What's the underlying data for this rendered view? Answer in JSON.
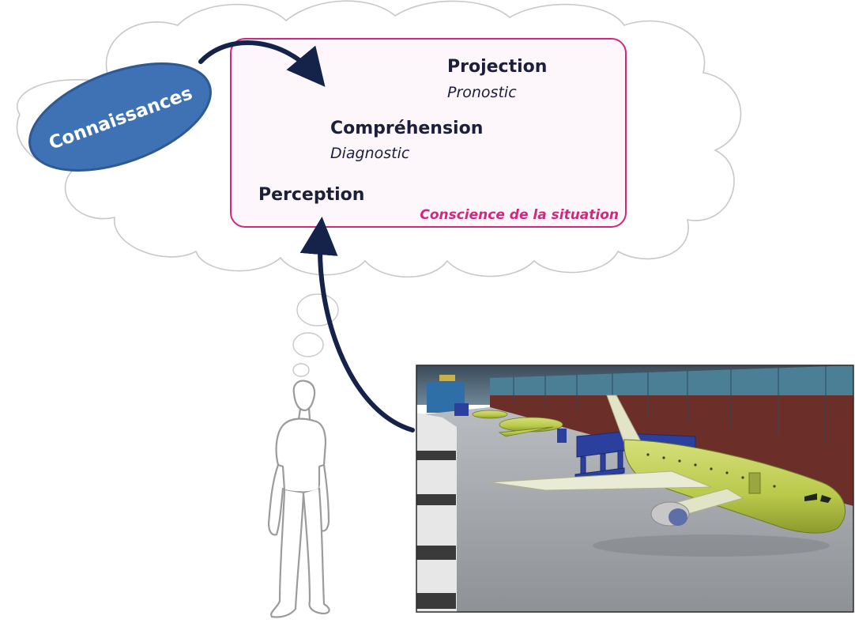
{
  "diagram": {
    "knowledge_label": "Connaissances",
    "levels": {
      "projection": {
        "title": "Projection",
        "subtitle": "Pronostic"
      },
      "comprehension": {
        "title": "Compréhension",
        "subtitle": "Diagnostic"
      },
      "perception": {
        "title": "Perception"
      }
    },
    "box_caption": "Conscience de la situation"
  },
  "colors": {
    "cloud_stroke": "#c8c8c8",
    "box_stroke": "#d4267e",
    "box_fill": "#fdf7fb",
    "caption": "#d4267e",
    "ellipse_fill": "#3e72b5",
    "ellipse_stroke": "#2d5a94",
    "arrow": "#15234a",
    "heading_text": "#1b1f3b",
    "aircraft_body": "#b9c94a",
    "hangar_wall": "#6b2e28",
    "scaffold": "#2b3f9e"
  },
  "icons": {
    "person": "standing-person-outline",
    "scene": "aircraft-hangar-3d-render"
  }
}
